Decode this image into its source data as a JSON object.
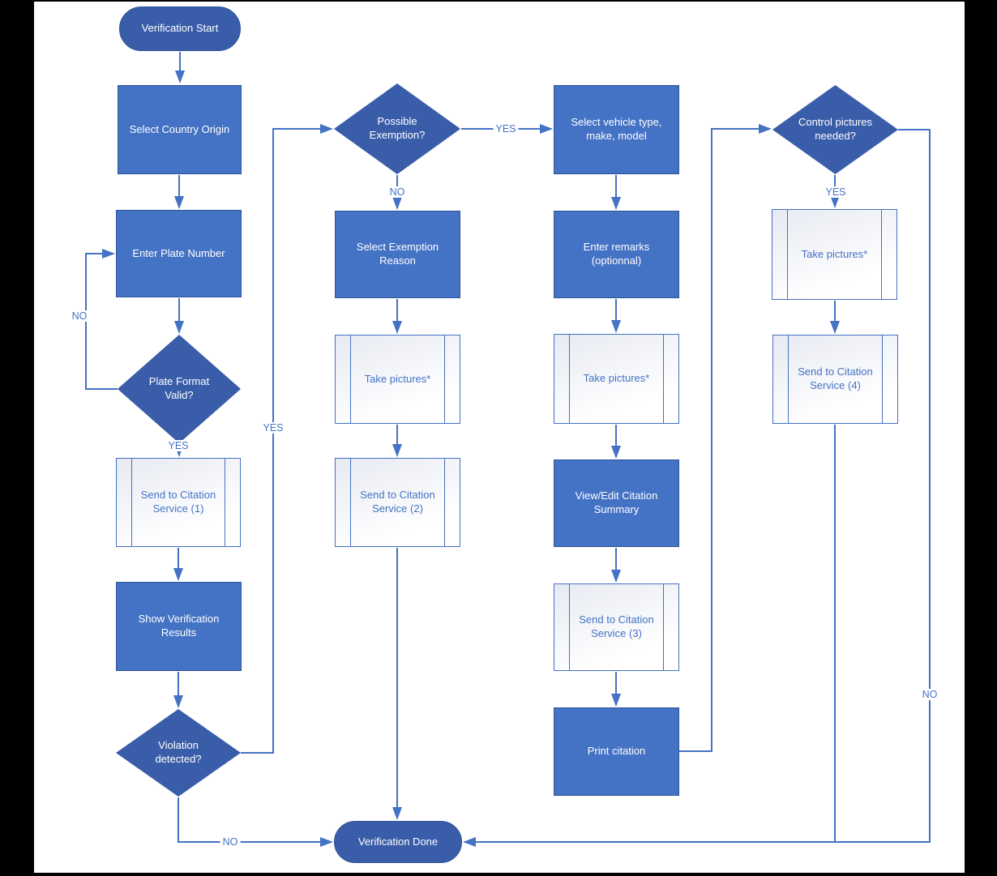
{
  "colors": {
    "process_fill": "#4472C4",
    "process_border": "#2F5597",
    "decision_fill": "#3A5DA9",
    "terminator_fill": "#3A5DA9",
    "subprocess_border": "#4472C4",
    "subprocess_text": "#4472C4",
    "subprocess_fill_top": "#E7EAF2",
    "subprocess_fill_bottom": "#FFFFFF",
    "connector": "#4472C4",
    "label_text": "#4472C4",
    "canvas": "#FFFFFF",
    "frame": "#000000"
  },
  "nodes": {
    "start": {
      "type": "terminator",
      "label": "Verification Start"
    },
    "select_country": {
      "type": "process",
      "label": "Select Country Origin"
    },
    "enter_plate": {
      "type": "process",
      "label": "Enter Plate Number"
    },
    "plate_valid": {
      "type": "decision",
      "label": "Plate Format Valid?"
    },
    "send_citation_1": {
      "type": "subprocess",
      "label": "Send to Citation Service (1)"
    },
    "show_results": {
      "type": "process",
      "label": "Show Verification Results"
    },
    "violation_detected": {
      "type": "decision",
      "label": "Violation detected?"
    },
    "possible_exemption": {
      "type": "decision",
      "label": "Possible Exemption?"
    },
    "select_exemption": {
      "type": "process",
      "label": "Select Exemption Reason"
    },
    "take_pictures_2": {
      "type": "subprocess",
      "label": "Take pictures*"
    },
    "send_citation_2": {
      "type": "subprocess",
      "label": "Send to Citation Service (2)"
    },
    "select_vehicle": {
      "type": "process",
      "label": "Select vehicle type, make, model"
    },
    "enter_remarks": {
      "type": "process",
      "label": "Enter remarks (optionnal)"
    },
    "take_pictures_3": {
      "type": "subprocess",
      "label": "Take pictures*"
    },
    "view_edit_summary": {
      "type": "process",
      "label": "View/Edit Citation Summary"
    },
    "send_citation_3": {
      "type": "subprocess",
      "label": "Send to Citation Service (3)"
    },
    "print_citation": {
      "type": "process",
      "label": "Print citation"
    },
    "control_pictures": {
      "type": "decision",
      "label": "Control pictures needed?"
    },
    "take_pictures_4": {
      "type": "subprocess",
      "label": "Take pictures*"
    },
    "send_citation_4": {
      "type": "subprocess",
      "label": "Send to Citation Service (4)"
    },
    "done": {
      "type": "terminator",
      "label": "Verification Done"
    }
  },
  "edge_labels": {
    "plate_valid_no": "NO",
    "plate_valid_yes": "YES",
    "violation_yes": "YES",
    "violation_no": "NO",
    "exemption_no": "NO",
    "exemption_yes": "YES",
    "control_yes": "YES",
    "control_no": "NO"
  }
}
